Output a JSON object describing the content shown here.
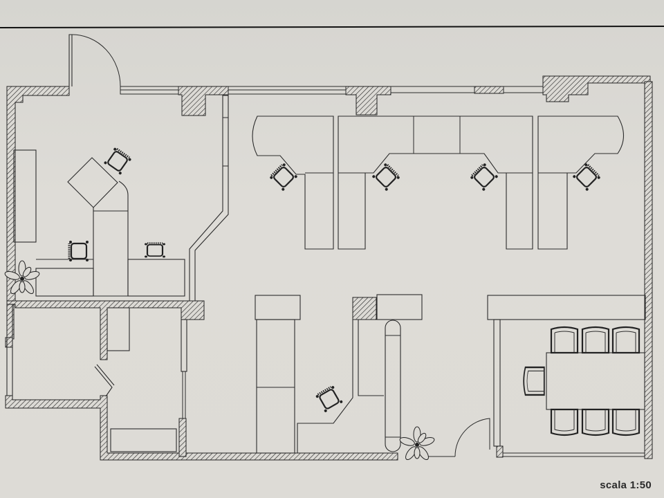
{
  "drawing": {
    "type": "architectural floor plan",
    "scale_label": "scala 1:50",
    "colors": {
      "paper": "#dcdad5",
      "ink": "#222222"
    }
  },
  "rooms": [
    {
      "id": "reception",
      "label": "Reception / entry area with angled desk and 2 chairs"
    },
    {
      "id": "open-office",
      "label": "Open office with 4 workstations"
    },
    {
      "id": "service-room",
      "label": "Small room with folding door"
    },
    {
      "id": "storage",
      "label": "Storage room with shelf"
    },
    {
      "id": "office",
      "label": "Office with L-desk and chair"
    },
    {
      "id": "meeting-room",
      "label": "Meeting room with table and 7 chairs"
    }
  ],
  "furniture_counts": {
    "workstations": 4,
    "meeting_chairs": 7,
    "plants": 2,
    "doors": 4
  }
}
